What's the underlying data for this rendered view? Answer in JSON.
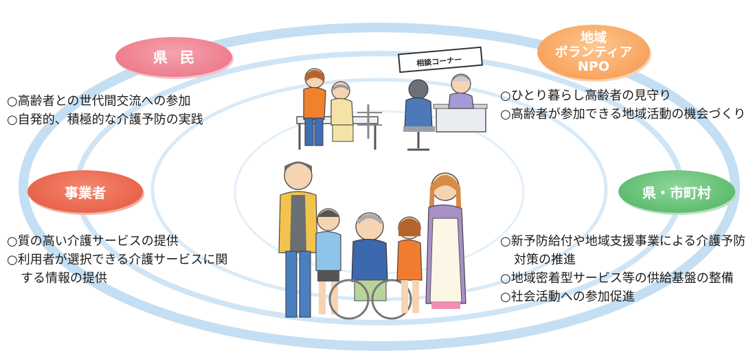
{
  "colors": {
    "ring": "#bcd9f0",
    "kenmin_badge": "#ee7b8b",
    "npo_badge": "#f6a25c",
    "jigyo_badge": "#e86249",
    "ken_badge": "#5cbb6e"
  },
  "kenmin": {
    "label": "県民",
    "items": [
      "○高齢者との世代間交流への参加",
      "○自発的、積極的な介護予防の実践"
    ]
  },
  "npo": {
    "label": "地域\nボランティア\nNPO",
    "items": [
      "○ひとり暮らし高齢者の見守り",
      "○高齢者が参加できる地域活動の機会づくり"
    ]
  },
  "jigyosha": {
    "label": "事業者",
    "items": [
      "○質の高い介護サービスの提供",
      "○利用者が選択できる介護サービスに関する情報の提供"
    ]
  },
  "ken_shichoson": {
    "label": "県・市町村",
    "items": [
      "○新予防給付や地域支援事業による介護予防対策の推進",
      "○地域密着型サービス等の供給基盤の整備",
      "○社会活動への参加促進"
    ]
  },
  "illustrations": {
    "consult_sign": "相談コーナー",
    "scenes": [
      "caregiver-bedside-illustration",
      "consultation-desk-illustration",
      "family-group-illustration"
    ]
  }
}
